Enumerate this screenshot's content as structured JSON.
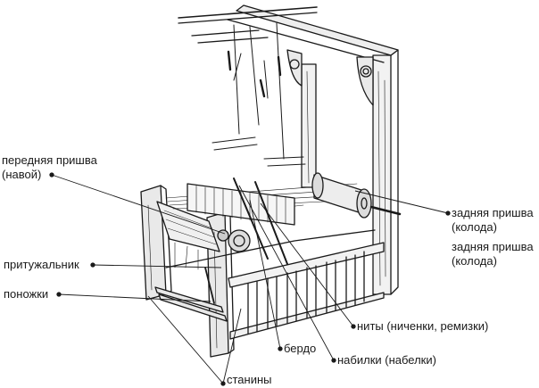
{
  "labels": {
    "front_beam_line1": "передняя пришва",
    "front_beam_line2": "(навой)",
    "back_beam_line1": "задняя пришва",
    "back_beam_line2": "(колода)",
    "back_beam_repeat_line1": "задняя пришва",
    "back_beam_repeat_line2": "(колода)",
    "pritu": "притужальник",
    "ponozhki": "поножки",
    "nity": "ниты (ниченки, ремизки)",
    "berdo": "бердо",
    "nabilki": "набилки (набелки)",
    "staniny": "станины"
  },
  "colors": {
    "ink": "#1a1a1a",
    "paper": "#ffffff"
  }
}
